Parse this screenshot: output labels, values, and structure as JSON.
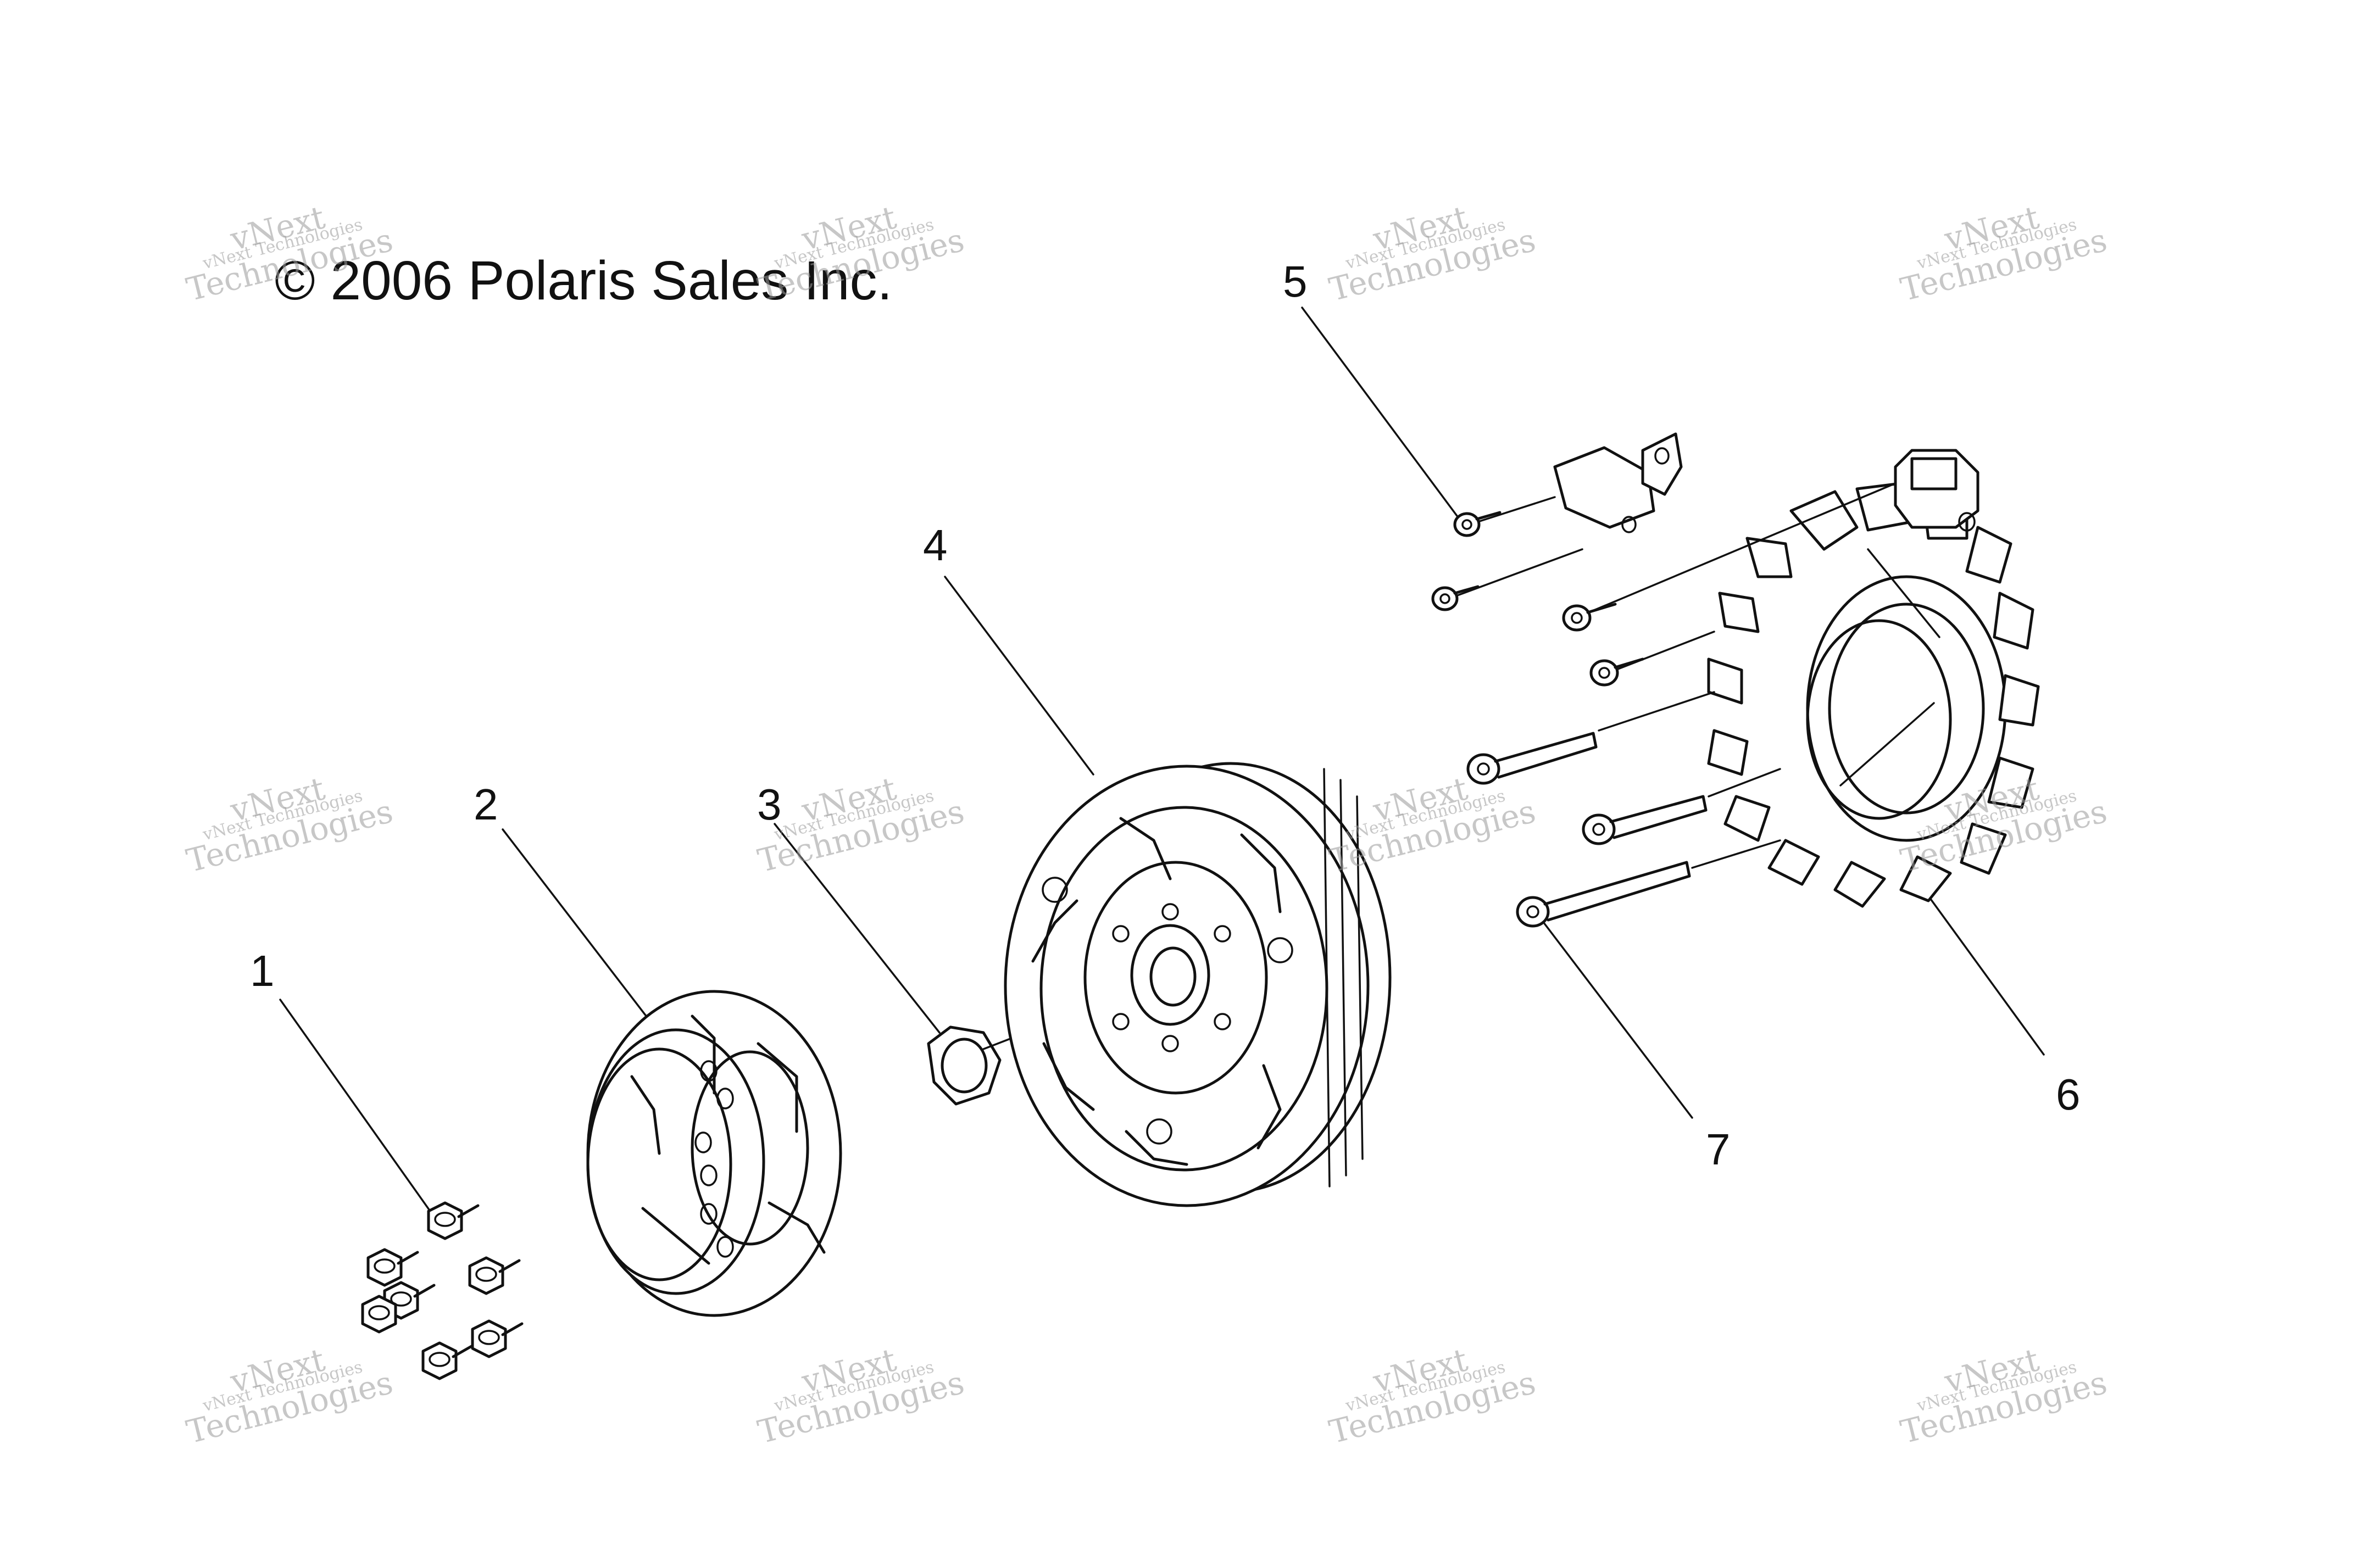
{
  "copyright": "© 2006 Polaris Sales Inc.",
  "watermark": {
    "small": "vNext Technologies",
    "big_top": "vNext",
    "big_bottom": "Technologies"
  },
  "callouts": [
    {
      "id": "1",
      "label": "1"
    },
    {
      "id": "2",
      "label": "2"
    },
    {
      "id": "3",
      "label": "3"
    },
    {
      "id": "4",
      "label": "4"
    },
    {
      "id": "5",
      "label": "5"
    },
    {
      "id": "6",
      "label": "6"
    },
    {
      "id": "7",
      "label": "7"
    }
  ],
  "colors": {
    "line": "#111111",
    "background": "#ffffff",
    "watermark": "#9a9a9a"
  }
}
